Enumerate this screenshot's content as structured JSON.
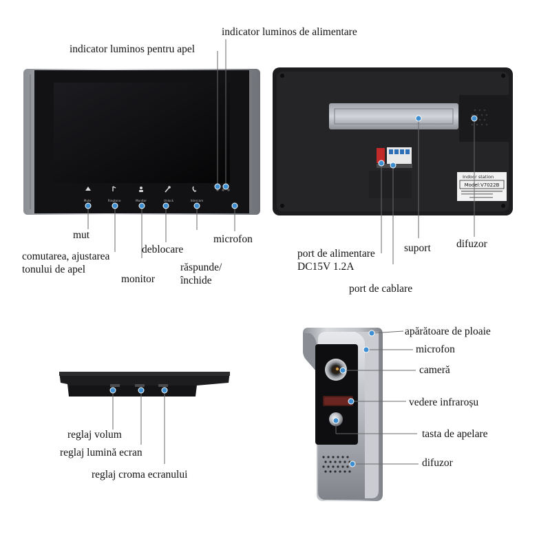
{
  "labels": {
    "power_indicator": "indicator luminos de alimentare",
    "call_indicator": "indicator luminos pentru apel",
    "mute": "mut",
    "ringtone_line1": "comutarea, ajustarea",
    "ringtone_line2": "tonului de apel",
    "monitor": "monitor",
    "unlock": "deblocare",
    "answer_line1": "răspunde/",
    "answer_line2": "închide",
    "microphone_monitor": "microfon",
    "power_port_line1": "port de alimentare",
    "power_port_line2": "DC15V 1.2A",
    "bracket": "suport",
    "speaker_back": "difuzor",
    "wiring_port": "port de cablare",
    "volume_adjust": "reglaj volum",
    "brightness_adjust": "reglaj lumină ecran",
    "chroma_adjust": "reglaj croma ecranului",
    "rain_cover": "apărătoare de ploaie",
    "microphone_door": "microfon",
    "camera": "cameră",
    "infrared": "vedere infraroșu",
    "call_button": "tasta de apelare",
    "speaker_door": "difuzor"
  },
  "device_text": {
    "button_mute": "Mute",
    "button_ringtone": "Ringtone",
    "button_monitor": "Monitor",
    "button_unlock": "Unlock",
    "button_intercom": "Intercom",
    "sticker_title": "Indoor station",
    "sticker_model": "Model:V7022B"
  },
  "colors": {
    "marker": "#3d8fd1",
    "line": "#6a6a6a",
    "screen": "#0b0b0d",
    "bezel": "#1a1a1c",
    "silver": "#b9bcc2"
  }
}
